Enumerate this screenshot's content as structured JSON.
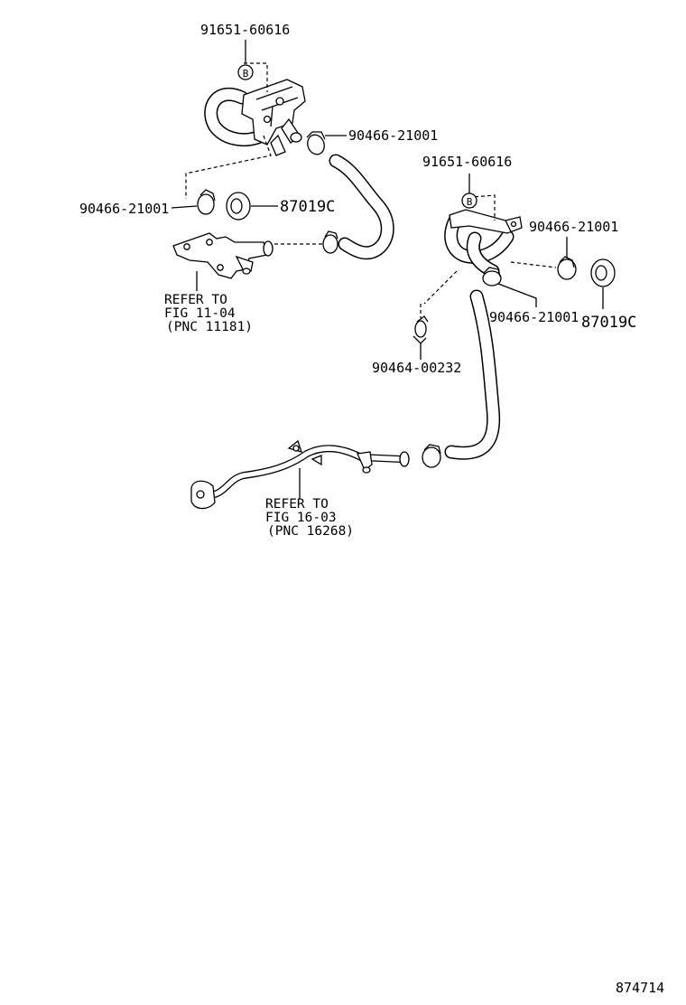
{
  "labels": {
    "p1": "91651-60616",
    "p2": "90466-21001",
    "p3": "90466-21001",
    "p4": "87019C",
    "p5": "91651-60616",
    "p6": "90466-21001",
    "p7": "90466-21001",
    "p8": "87019C",
    "p9": "90464-00232",
    "ref1": [
      "REFER TO",
      "FIG 11-04",
      "(PNC 11181)"
    ],
    "ref2": [
      "REFER TO",
      "FIG 16-03",
      "(PNC 16268)"
    ],
    "badge_b": "B",
    "diagram_id": "874714"
  }
}
